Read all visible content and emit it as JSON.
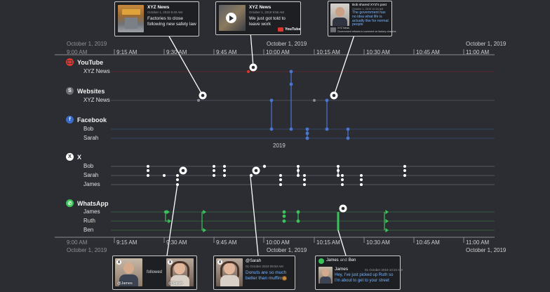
{
  "axis_top": {
    "dates": [
      "October 1, 2019",
      "October 1, 2019",
      "October 1, 2019"
    ],
    "times": [
      "9:00 AM",
      "9:15 AM",
      "9:30 AM",
      "9:45 AM",
      "10:00 AM",
      "10:15 AM",
      "10:30 AM",
      "10:45 AM",
      "11:00 AM"
    ]
  },
  "axis_bottom": {
    "dates": [
      "October 1, 2019",
      "October 1, 2019",
      "October 1, 2019"
    ],
    "times": [
      "9:00 AM",
      "9:15 AM",
      "9:30 AM",
      "9:45 AM",
      "10:00 AM",
      "10:15 AM",
      "10:30 AM",
      "10:45 AM",
      "11:00 AM"
    ]
  },
  "year_label": "2019",
  "channels": {
    "youtube": {
      "label": "YouTube",
      "rows": [
        "XYZ News"
      ],
      "color": "#e0362b"
    },
    "websites": {
      "label": "Websites",
      "rows": [
        "XYZ News"
      ],
      "color": "#6b6e75"
    },
    "facebook": {
      "label": "Facebook",
      "rows": [
        "Bob",
        "Sarah"
      ],
      "color": "#3b6ac6"
    },
    "x": {
      "label": "X",
      "rows": [
        "Bob",
        "Sarah",
        "James"
      ],
      "color": "#ffffff"
    },
    "whatsapp": {
      "label": "WhatsApp",
      "rows": [
        "James",
        "Ruth",
        "Ben"
      ],
      "color": "#3cc25a"
    }
  },
  "cards": {
    "news_site": {
      "title": "XYZ News",
      "sub": "October 1, 2019 9:40 AM",
      "text": "Factories to close following new safety law"
    },
    "news_video": {
      "title": "XYZ News",
      "sub": "October 1, 2019 9:55 AM",
      "text": "We just got told to leave work",
      "brand": "YouTube"
    },
    "bob_fb": {
      "title": "Bob shared XYZ's post",
      "sub": "October 1, 2019 10:16 AM",
      "text": "The government has no idea what life is actually like for normal people",
      "footer": "Government refuses to comment on factory closures",
      "footer_title": "XYZ News"
    },
    "follow": {
      "left_handle": "@James",
      "middle": "followed",
      "right_handle": "@Sarah"
    },
    "sarah_tweet": {
      "title": "@Sarah",
      "sub": "01 October 2019 09:50 AM",
      "text": "Donuts are so much better than muffins"
    },
    "whatsapp_msg": {
      "header_a": "James",
      "header_and": "and",
      "header_b": "Ben",
      "sender": "James",
      "sub": "01 October 2019 10:22 AM",
      "text": "Hey, I've just picked up Ruth so I'm about to get to your street"
    }
  },
  "colors": {
    "background": "#2b2d33",
    "facebook_blue": "#4a76d0",
    "whatsapp_green": "#3cc25a",
    "youtube_red": "#e0362b"
  }
}
